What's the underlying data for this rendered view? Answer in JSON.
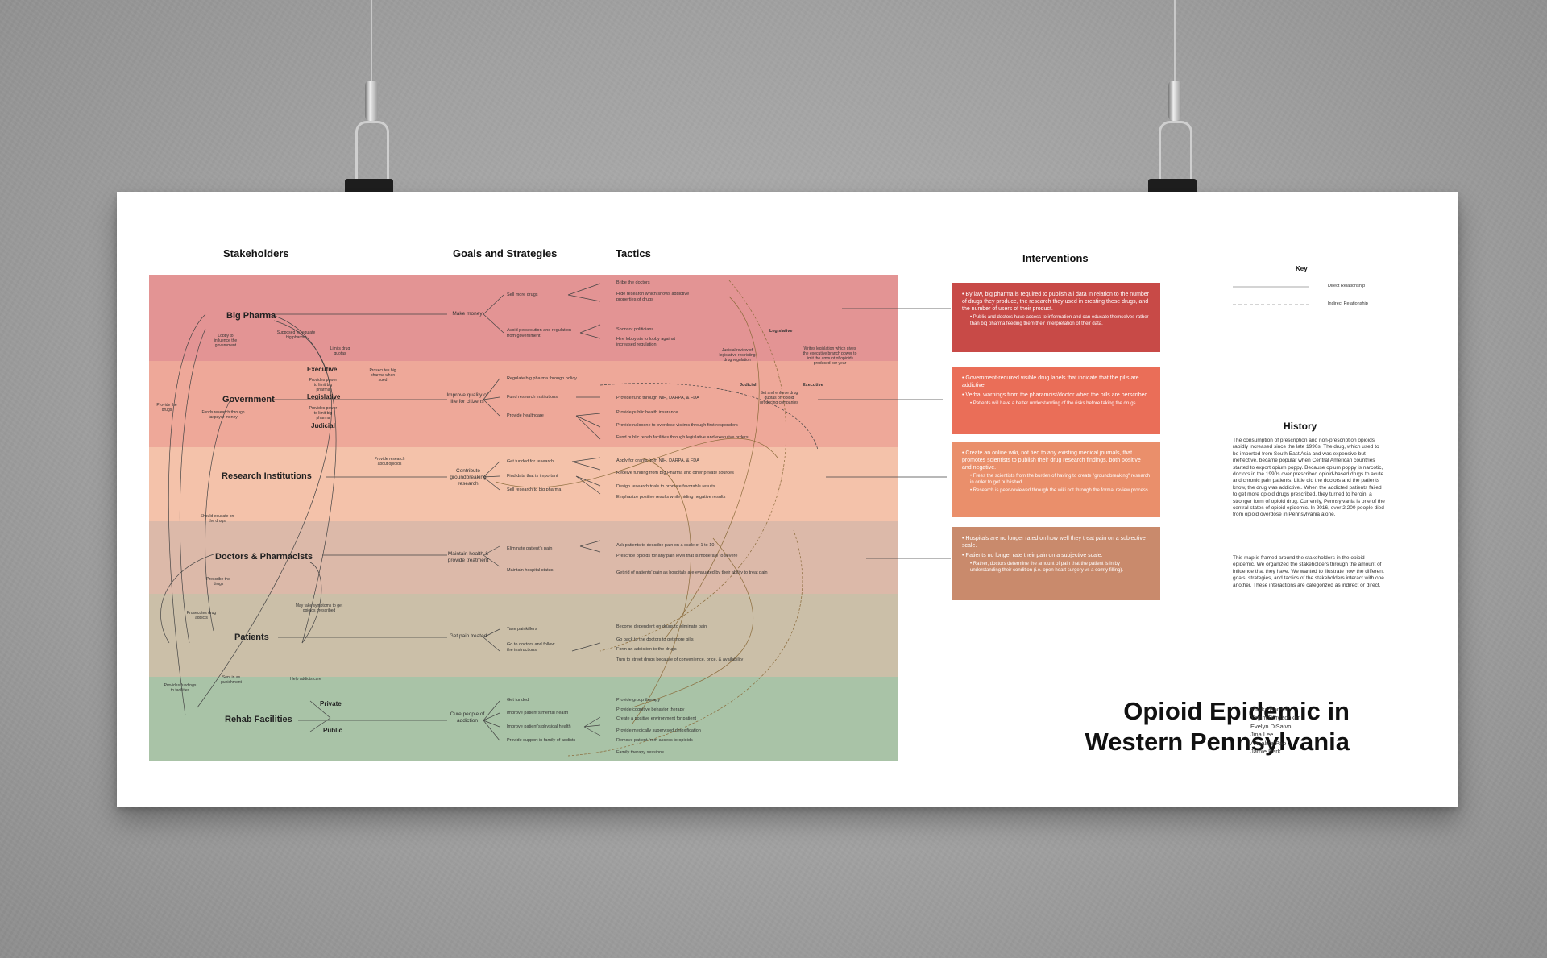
{
  "headers": {
    "stakeholders": "Stakeholders",
    "goals": "Goals and Strategies",
    "tactics": "Tactics",
    "interventions": "Interventions"
  },
  "bands": [
    {
      "color": "#e39494"
    },
    {
      "color": "#eea899"
    },
    {
      "color": "#f4c2aa"
    },
    {
      "color": "#dcb9a9"
    },
    {
      "color": "#cbbfa8"
    },
    {
      "color": "#a9c3a7"
    }
  ],
  "stakeholders": {
    "big_pharma": "Big Pharma",
    "government": "Government",
    "executive": "Executive",
    "legislative": "Legislative",
    "judicial": "Judicial",
    "research": "Research Institutions",
    "doctors": "Doctors & Pharmacists",
    "patients": "Patients",
    "rehab": "Rehab Facilities",
    "private": "Private",
    "public": "Public"
  },
  "goals": {
    "g1": "Make money",
    "g2": "Improve quality of life for citizens",
    "g3": "Contribute groundbreaking research",
    "g4": "Maintain health & provide treatment",
    "g5": "Get pain treated",
    "g6": "Cure people of addiction"
  },
  "strategies": {
    "s1": "Sell more drugs",
    "s2": "Avoid persecution and regulation from government",
    "s3": "Regulate big pharma through policy",
    "s4": "Fund research institutions",
    "s5": "Provide healthcare",
    "s6": "Get funded for research",
    "s7": "Find data that is important",
    "s8": "Sell research to big pharma",
    "s9": "Eliminate patient's pain",
    "s10": "Maintain hospital status",
    "s11": "Take painkillers",
    "s12": "Go to doctors and follow the instructions",
    "s13": "Get funded",
    "s14": "Improve patient's mental health",
    "s15": "Improve patient's physical health",
    "s16": "Provide support in family of addicts"
  },
  "tactics": [
    "Bribe the doctors",
    "Hide research which shows addictive properties of drugs",
    "Sponsor politicians",
    "Hire lobbyists to lobby against increased regulation",
    "Provide fund through NIH, DARPA, & FDA",
    "Provide public health insurance",
    "Provide naloxone to overdose victims through first responders",
    "Fund public rehab facilities through legislative and executive orders",
    "Apply for grants from NIH, DARPA, & FDA",
    "Receive funding from Big Pharma and other private sources",
    "Design research trials to produce favorable results",
    "Emphasize positive results while hiding negative results",
    "Ask patients to describe pain on a scale of 1 to 10",
    "Prescribe opioids for any pain level that is moderate to severe",
    "Get rid of patients' pain as hospitals are evaluated by their ability to treat pain",
    "Become dependent on drugs to eliminate pain",
    "Go back to the doctors to get more pills",
    "Form an addiction to the drugs",
    "Turn to street drugs because of convenience, price, & availability",
    "Provide group therapy",
    "Provide cognitive behavior therapy",
    "Create a positive environment for patient",
    "Provide medically supervised detoxification",
    "Remove patient from access to opioids",
    "Family therapy sessions"
  ],
  "gov_labels": {
    "legislative": "Legislative",
    "judicial": "Judicial",
    "executive": "Executive",
    "l1": "Judicial review of legislative restricting drug regulation",
    "l2": "Writes legislation which gives the executive branch power to limit the amount of opioids produced per year",
    "l3": "Set and enforce drug quotas on opioid producing companies"
  },
  "edge_labels": {
    "e1": "Lobby to influence the government",
    "e2": "Supposed to regulate big pharma",
    "e3": "Limits drug quotas",
    "e4": "Provides power to limit big pharma",
    "e5": "Provides power to limit big pharma",
    "e6": "Prosecutes big pharma when sued",
    "e7": "Funds research through taxpayer money",
    "e8": "Provide research about opioids",
    "e9": "Provide the drugs",
    "e10": "Should educate on the drugs",
    "e11": "Prescribe the drugs",
    "e12": "May fake symptoms to get opioids prescribed",
    "e13": "Prosecutes drug addicts",
    "e14": "Sent in as punishment",
    "e15": "Help addicts cure",
    "e16": "Provides fundings to facilities"
  },
  "interventions": [
    {
      "color": "#c84a47",
      "main": "• By law, big pharma is required to publish all data in relation to the number of drugs they produce, the research they used in creating these drugs, and the number of users of their product.",
      "sub": "• Public and doctors have access to information and can educate themselves rather than big pharma feeding them their interpretation of their data."
    },
    {
      "color": "#ea6e58",
      "main": "• Government-required visible drug labels that indicate that the pills are addictive.",
      "main2": "• Verbal warnings from the pharamcist/doctor when the pills are perscribed.",
      "sub": "• Patients will have a better understanding of the risks before taking the drugs"
    },
    {
      "color": "#ea8f6b",
      "main": "• Create an online wiki, not tied to any existing medical journals, that promotes scientists to publish their drug research findings, both positive and negative.",
      "sub": "• Frees the scientists from the burden of having to create \"groundbreaking\" research in order to get published.",
      "sub2": "• Research is peer-reviewed through the wiki not through the formal review process"
    },
    {
      "color": "#c98a6c",
      "main": "• Hospitals are no longer rated on how well they treat pain on a subjective scale.",
      "main2": "• Patients no longer rate their pain on a subjective scale.",
      "sub": "• Rather, doctors determine the amount of pain that the patient is in by understanding their condition (i.e. open heart surgery vs a comfy filling)."
    }
  ],
  "key": {
    "title": "Key",
    "direct": "Direct Relationship",
    "indirect": "Indirect Relationship"
  },
  "history": {
    "title": "History",
    "p1": "The consumption of prescription and non-prescription opioids rapidly increased since the late 1990s. The drug, which used to be imported from South East Asia and was expensive but ineffective, became popular when Central American countries started to export opium poppy. Because opium poppy is narcotic, doctors in the 1990s over prescribed opioid-based drugs to acute and chronic pain patients. Little did the doctors and the patients know, the drug was addictive.. When the addicted patients failed to get more opioid drugs prescribed, they turned to heroin, a stronger form of opioid drug. Currently, Pennsylvania is one of the central states of opioid epidemic. In 2016, over 2,200 people died from opioid overdose in Pennsylvania alone.",
    "p2": "This map is framed around the stakeholders in the opioid epidemic. We organized the stakeholders through the amount of influence that they have. We wanted to illustrate how the different goals, strategies, and tactics of the stakeholders interact with one another. These interactions are categorized as indirect or direct."
  },
  "title": {
    "line1": "Opioid Epidemic in",
    "line2": "Western Pennsylvania"
  },
  "authors": [
    "Mihika Bansal",
    "Yogini Borgaonkar",
    "Evelyn DiSalvo",
    "Jina Lee",
    "Annalisa Pao",
    "Jamie Park"
  ]
}
